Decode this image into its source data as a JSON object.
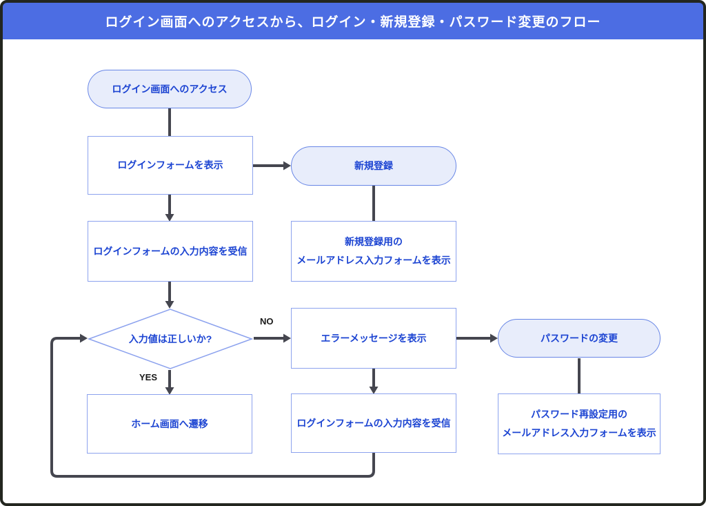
{
  "title": "ログイン画面へのアクセスから、ログイン・新規登録・パスワード変更のフロー",
  "nodes": {
    "access": {
      "label": "ログイン画面へのアクセス"
    },
    "show_login_form": {
      "label": "ログインフォームを表示"
    },
    "signup": {
      "label": "新規登録"
    },
    "receive_input": {
      "label": "ログインフォームの入力内容を受信"
    },
    "signup_email_form": {
      "line1": "新規登録用の",
      "line2": "メールアドレス入力フォームを表示"
    },
    "validate": {
      "label": "入力値は正しいか?"
    },
    "error_message": {
      "label": "エラーメッセージを表示"
    },
    "password_change": {
      "label": "パスワードの変更"
    },
    "home": {
      "label": "ホーム画面へ遷移"
    },
    "receive_input_2": {
      "label": "ログインフォームの入力内容を受信"
    },
    "password_reset_form": {
      "line1": "パスワード再設定用の",
      "line2": "メールアドレス入力フォームを表示"
    }
  },
  "edge_labels": {
    "no": "NO",
    "yes": "YES"
  },
  "colors": {
    "header_bg": "#4c6de3",
    "header_text": "#ffffff",
    "node_text": "#1c44d2",
    "pill_fill": "#e8edfb",
    "pill_border": "#6886e6",
    "rect_fill": "#ffffff",
    "rect_border": "#8ca2ee",
    "connector": "#45464f",
    "edge_label_text": "#1a1a1a",
    "frame_border": "#23261f"
  }
}
